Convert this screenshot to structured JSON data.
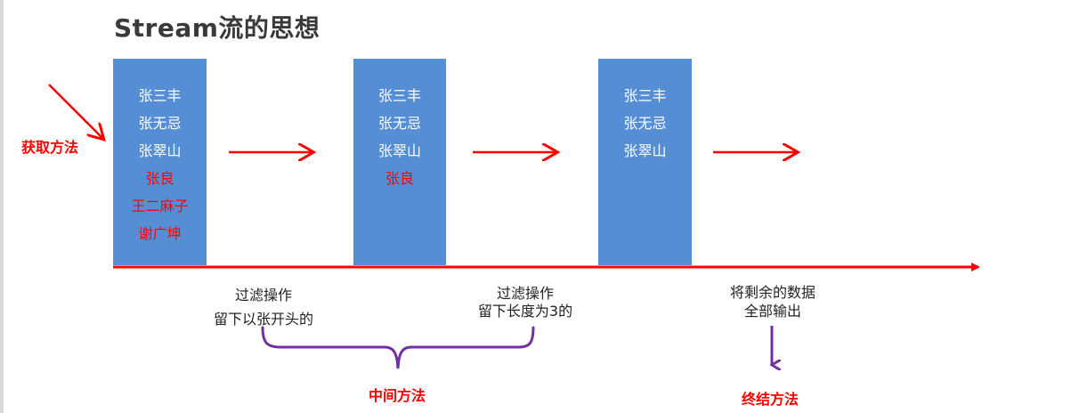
{
  "title": "Stream流的思想",
  "stages": [
    {
      "items": [
        {
          "text": "张三丰",
          "removed": false
        },
        {
          "text": "张无忌",
          "removed": false
        },
        {
          "text": "张翠山",
          "removed": false
        },
        {
          "text": "张良",
          "removed": true
        },
        {
          "text": "王二麻子",
          "removed": true
        },
        {
          "text": "谢广坤",
          "removed": true
        }
      ]
    },
    {
      "items": [
        {
          "text": "张三丰",
          "removed": false
        },
        {
          "text": "张无忌",
          "removed": false
        },
        {
          "text": "张翠山",
          "removed": false
        },
        {
          "text": "张良",
          "removed": true
        }
      ]
    },
    {
      "items": [
        {
          "text": "张三丰",
          "removed": false
        },
        {
          "text": "张无忌",
          "removed": false
        },
        {
          "text": "张翠山",
          "removed": false
        }
      ]
    }
  ],
  "descriptions": {
    "filter_1": {
      "line1": "过滤操作",
      "line2": "留下以张开头的"
    },
    "filter_2": {
      "line1": "过滤操作",
      "line2": "留下长度为3的"
    },
    "output": {
      "line1": "将剩余的数据",
      "line2": "全部输出"
    }
  },
  "labels": {
    "get_method": "获取方法",
    "intermediate_method": "中间方法",
    "terminal_method": "终结方法"
  },
  "colors": {
    "box": "#558ed5",
    "arrow_red": "#ff0000",
    "brace_purple": "#7030a0",
    "removed_text": "#ff0000",
    "kept_text": "#ffffff"
  }
}
